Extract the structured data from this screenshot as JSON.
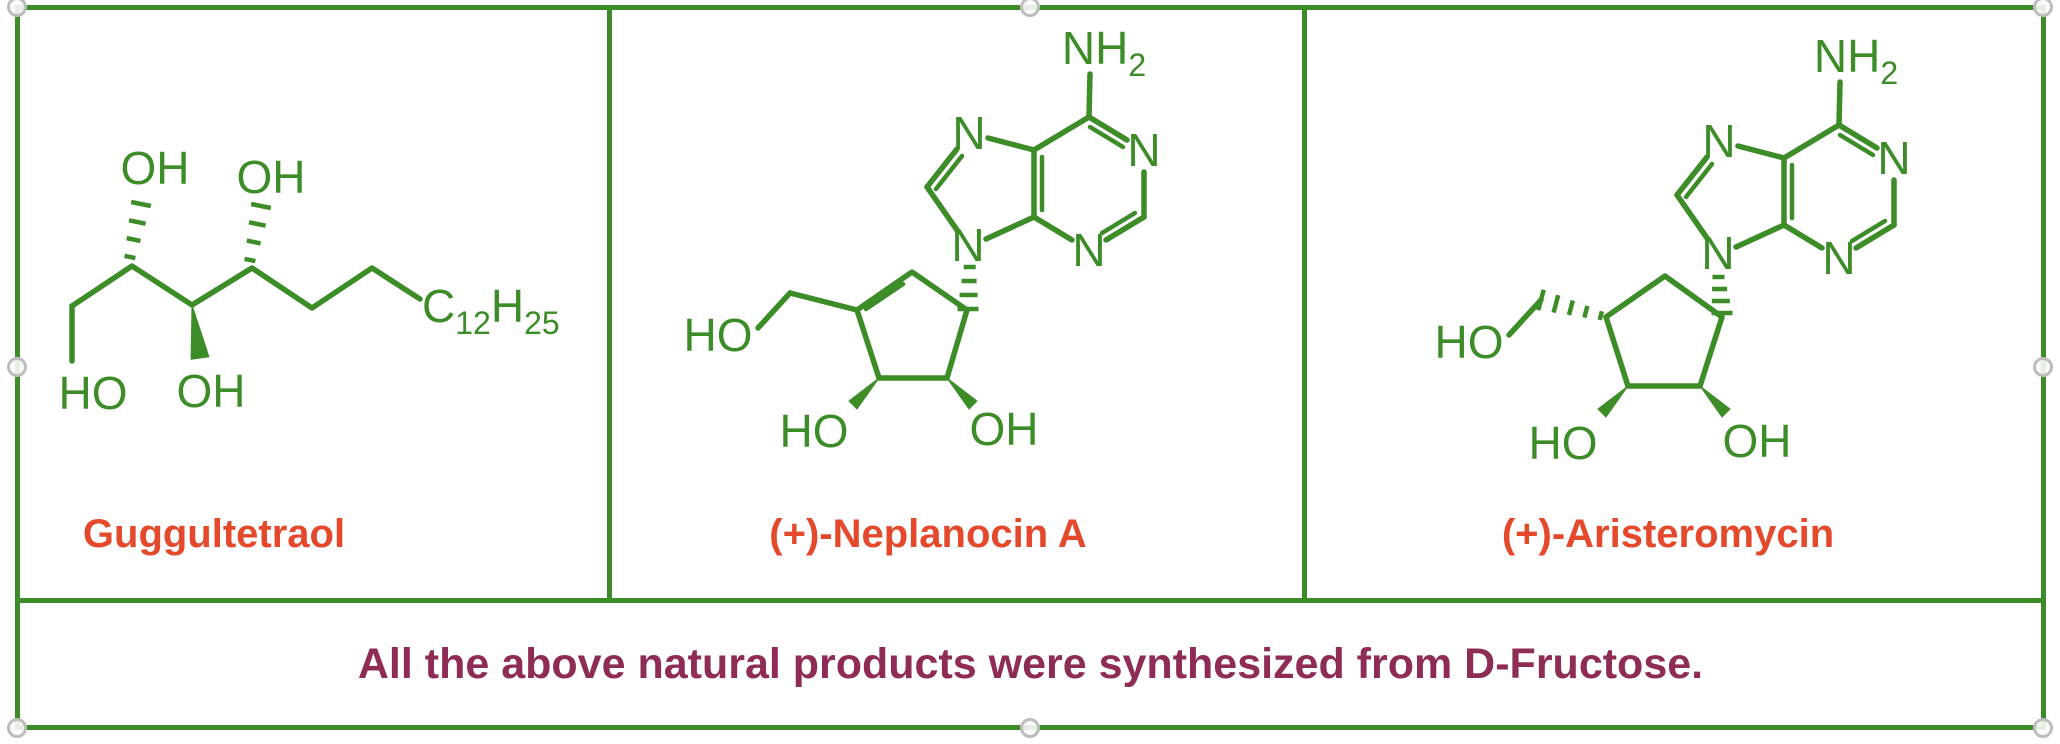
{
  "colors": {
    "structure_green": "#3c8c28",
    "frame_green": "#3c8c28",
    "compound_name_orange": "#e5492c",
    "caption_maroon": "#8f2c55",
    "background": "#ffffff"
  },
  "figure": {
    "caption": "All the above natural products were synthesized from D-Fructose.",
    "panels": [
      {
        "name": "Guggultetraol",
        "labels": {
          "ho_terminal": "HO",
          "oh_c2": "OH",
          "oh_c3": "OH",
          "oh_c4": "OH",
          "alkyl_c": "C",
          "alkyl_c_sub": "12",
          "alkyl_h": "H",
          "alkyl_h_sub": "25"
        }
      },
      {
        "name": "(+)-Neplanocin A",
        "labels": {
          "amine_nh": "NH",
          "amine_sub": "2",
          "n1": "N",
          "n3": "N",
          "n7": "N",
          "n9": "N",
          "ho_hydroxymethyl": "HO",
          "ho_bottom_left": "HO",
          "oh_bottom_right": "OH"
        }
      },
      {
        "name": "(+)-Aristeromycin",
        "labels": {
          "amine_nh": "NH",
          "amine_sub": "2",
          "n1": "N",
          "n3": "N",
          "n7": "N",
          "n9": "N",
          "ho_hydroxymethyl": "HO",
          "ho_bottom_left": "HO",
          "oh_bottom_right": "OH"
        }
      }
    ]
  }
}
